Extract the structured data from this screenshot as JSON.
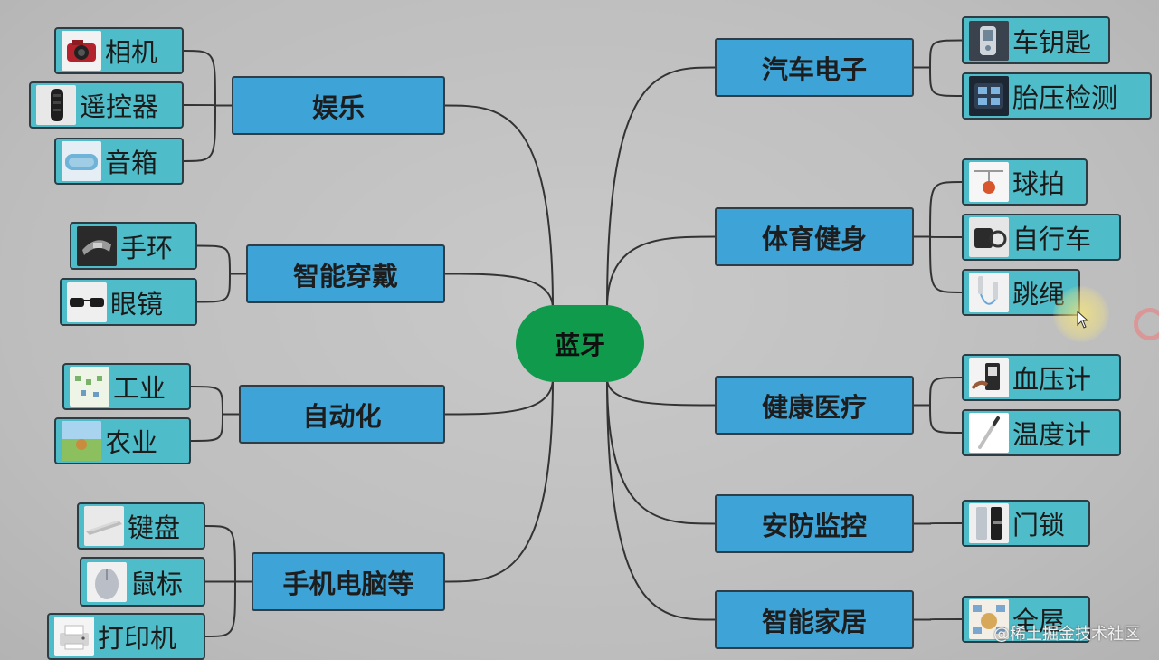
{
  "center": {
    "label": "蓝牙"
  },
  "categories": [
    {
      "label": "娱乐",
      "side": "left",
      "items": [
        {
          "label": "相机",
          "icon": "camera-icon"
        },
        {
          "label": "遥控器",
          "icon": "remote-control-icon"
        },
        {
          "label": "音箱",
          "icon": "speaker-icon"
        }
      ]
    },
    {
      "label": "智能穿戴",
      "side": "left",
      "items": [
        {
          "label": "手环",
          "icon": "wristband-icon"
        },
        {
          "label": "眼镜",
          "icon": "glasses-icon"
        }
      ]
    },
    {
      "label": "自动化",
      "side": "left",
      "items": [
        {
          "label": "工业",
          "icon": "industry-icon"
        },
        {
          "label": "农业",
          "icon": "agriculture-icon"
        }
      ]
    },
    {
      "label": "手机电脑等",
      "side": "left",
      "items": [
        {
          "label": "键盘",
          "icon": "keyboard-icon"
        },
        {
          "label": "鼠标",
          "icon": "mouse-icon"
        },
        {
          "label": "打印机",
          "icon": "printer-icon"
        }
      ]
    },
    {
      "label": "汽车电子",
      "side": "right",
      "items": [
        {
          "label": "车钥匙",
          "icon": "car-key-icon"
        },
        {
          "label": "胎压检测",
          "icon": "tire-pressure-icon"
        }
      ]
    },
    {
      "label": "体育健身",
      "side": "right",
      "items": [
        {
          "label": "球拍",
          "icon": "racket-icon"
        },
        {
          "label": "自行车",
          "icon": "bicycle-icon"
        },
        {
          "label": "跳绳",
          "icon": "jump-rope-icon"
        }
      ]
    },
    {
      "label": "健康医疗",
      "side": "right",
      "items": [
        {
          "label": "血压计",
          "icon": "blood-pressure-monitor-icon"
        },
        {
          "label": "温度计",
          "icon": "thermometer-icon"
        }
      ]
    },
    {
      "label": "安防监控",
      "side": "right",
      "items": [
        {
          "label": "门锁",
          "icon": "door-lock-icon"
        }
      ]
    },
    {
      "label": "智能家居",
      "side": "right",
      "items": [
        {
          "label": "全屋",
          "icon": "whole-house-icon"
        }
      ]
    }
  ],
  "watermark": "@稀土掘金技术社区",
  "colors": {
    "center": "#0f9a4c",
    "category": "#3ea3d6",
    "leaf": "#4fbdc9",
    "line": "#333333"
  }
}
